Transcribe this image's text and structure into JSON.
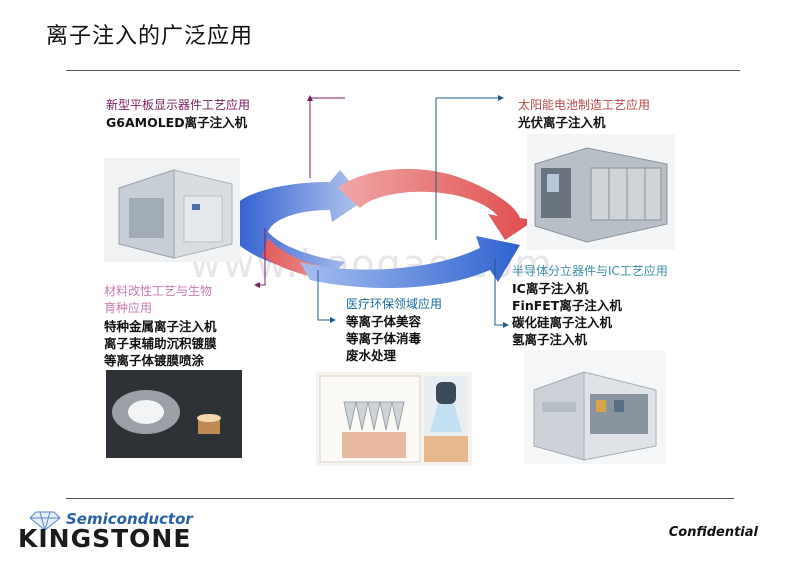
{
  "slide": {
    "title": "离子注入的广泛应用",
    "watermark": "www.baogao.com",
    "confidential": "Confidential"
  },
  "logo": {
    "top": "Semiconductor",
    "main": "KINGSTONE"
  },
  "sections": {
    "display": {
      "heading": "新型平板显示器件工艺应用",
      "items": [
        "G6AMOLED离子注入机"
      ]
    },
    "solar": {
      "heading": "太阳能电池制造工艺应用",
      "items": [
        "光伏离子注入机"
      ]
    },
    "materials": {
      "heading_line1": "材料改性工艺与生物",
      "heading_line2": "育种应用",
      "items": [
        "特种金属离子注入机",
        "离子束辅助沉积镀膜",
        "等离子体镀膜喷涂"
      ]
    },
    "medical": {
      "heading": "医疗环保领域应用",
      "items": [
        "等离子体美容",
        "等离子体消毒",
        "废水处理"
      ]
    },
    "semi": {
      "heading": "半导体分立器件与IC工艺应用",
      "items": [
        "IC离子注入机",
        "FinFET离子注入机",
        "碳化硅离子注入机",
        "氢离子注入机"
      ]
    }
  },
  "colors": {
    "purple": "#7a1e5e",
    "red": "#b8484a",
    "teal": "#3f8fa6",
    "arrow_red": "#e0525a",
    "arrow_blue": "#3b6fd0"
  }
}
